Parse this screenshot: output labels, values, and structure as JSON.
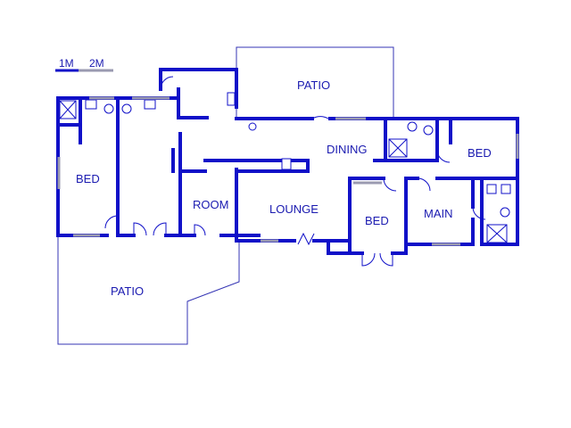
{
  "scale": {
    "one": "1M",
    "two": "2M"
  },
  "rooms": {
    "patio_top": "PATIO",
    "patio_bottom": "PATIO",
    "bed_left": "BED",
    "room": "ROOM",
    "lounge": "LOUNGE",
    "dining": "DINING",
    "bed_center": "BED",
    "main": "MAIN",
    "bed_right": "BED"
  },
  "colors": {
    "wall": "#1010c8",
    "outline": "#3434b4",
    "text": "#1a1ab0"
  }
}
